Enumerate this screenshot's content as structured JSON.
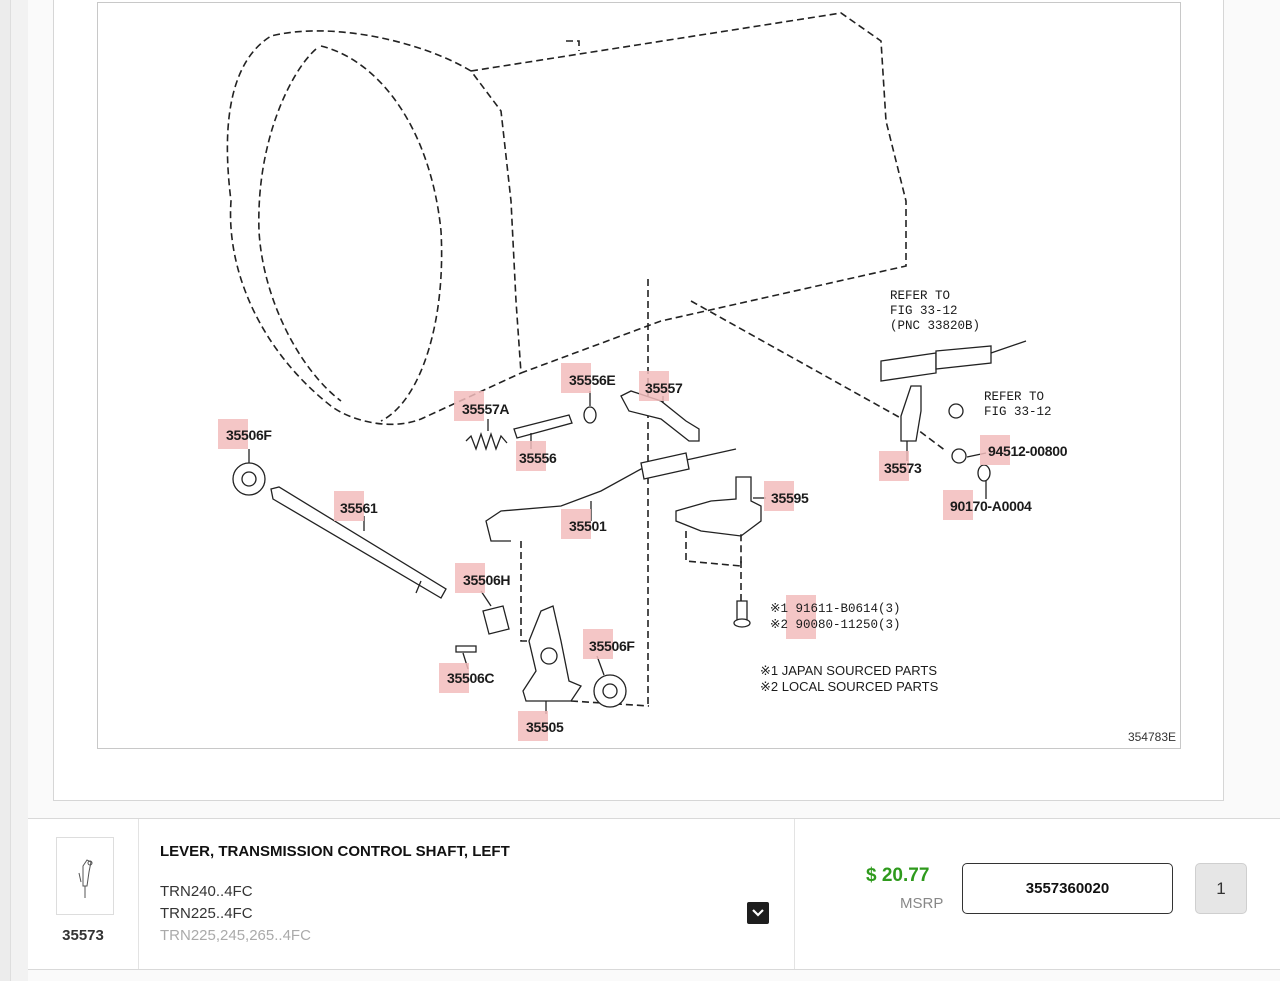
{
  "diagram": {
    "figure_id": "354783E",
    "callouts": [
      {
        "id": "c-35506F-a",
        "text": "35506F"
      },
      {
        "id": "c-35557A",
        "text": "35557A"
      },
      {
        "id": "c-35556E",
        "text": "35556E"
      },
      {
        "id": "c-35557",
        "text": "35557"
      },
      {
        "id": "c-35556",
        "text": "35556"
      },
      {
        "id": "c-35561",
        "text": "35561"
      },
      {
        "id": "c-35501",
        "text": "35501"
      },
      {
        "id": "c-35595",
        "text": "35595"
      },
      {
        "id": "c-35573",
        "text": "35573"
      },
      {
        "id": "c-94512",
        "text": "94512-00800"
      },
      {
        "id": "c-90170",
        "text": "90170-A0004"
      },
      {
        "id": "c-35506H",
        "text": "35506H"
      },
      {
        "id": "c-35506F-b",
        "text": "35506F"
      },
      {
        "id": "c-35506C",
        "text": "35506C"
      },
      {
        "id": "c-35505",
        "text": "35505"
      }
    ],
    "notes": {
      "refer_cable": "REFER TO\nFIG 33-12\n(PNC 33820B)",
      "refer_nut": "REFER TO\nFIG 33-12",
      "bolt_1": "※1 91611-B0614(3)",
      "bolt_2": "※2 90080-11250(3)",
      "legend_1": "※1 JAPAN SOURCED PARTS",
      "legend_2": "※2 LOCAL SOURCED PARTS"
    }
  },
  "part_row": {
    "pnc": "35573",
    "title": "LEVER, TRANSMISSION CONTROL SHAFT, LEFT",
    "models": [
      "TRN240..4FC",
      "TRN225..4FC",
      "TRN225,245,265..4FC"
    ],
    "price": "$ 20.77",
    "price_label": "MSRP",
    "part_number": "3557360020",
    "quantity": "1"
  }
}
